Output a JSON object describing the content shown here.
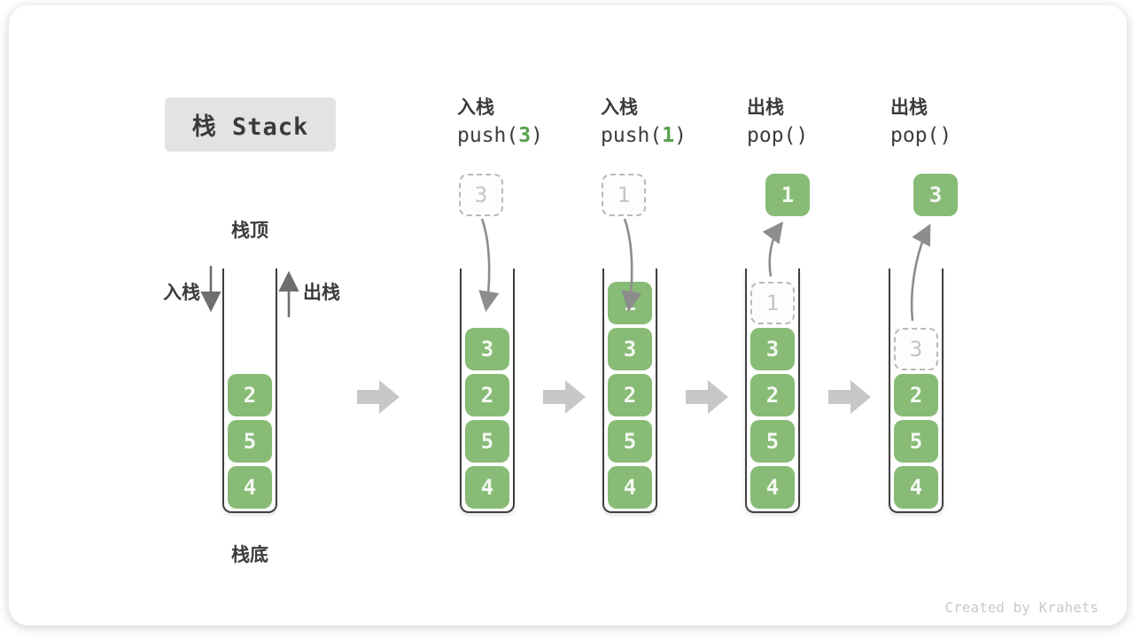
{
  "title": "栈 Stack",
  "watermark": "Created by Krahets",
  "colors": {
    "cell_green": "#87bb76",
    "arg_green": "#5aa04f"
  },
  "stack_labels": {
    "top": "栈顶",
    "bottom": "栈底",
    "push_side": "入栈",
    "pop_side": "出栈"
  },
  "columns": [
    {
      "name": "initial",
      "cells": [
        {
          "v": "2"
        },
        {
          "v": "5"
        },
        {
          "v": "4"
        }
      ]
    },
    {
      "name": "push-3",
      "op": {
        "action": "入栈",
        "code_pre": "push(",
        "code_arg": "3",
        "code_post": ")"
      },
      "floating": {
        "v": "3",
        "kind": "ghost"
      },
      "arrow": "push",
      "cells": [
        {
          "v": "3"
        },
        {
          "v": "2"
        },
        {
          "v": "5"
        },
        {
          "v": "4"
        }
      ]
    },
    {
      "name": "push-1",
      "op": {
        "action": "入栈",
        "code_pre": "push(",
        "code_arg": "1",
        "code_post": ")"
      },
      "floating": {
        "v": "1",
        "kind": "ghost"
      },
      "arrow": "push",
      "cells": [
        {
          "v": "1"
        },
        {
          "v": "3"
        },
        {
          "v": "2"
        },
        {
          "v": "5"
        },
        {
          "v": "4"
        }
      ]
    },
    {
      "name": "pop-1",
      "op": {
        "action": "出栈",
        "code_pre": "pop()",
        "code_arg": "",
        "code_post": ""
      },
      "floating": {
        "v": "1",
        "kind": "solid"
      },
      "arrow": "pop",
      "cells": [
        {
          "v": "1",
          "ghost": true
        },
        {
          "v": "3"
        },
        {
          "v": "2"
        },
        {
          "v": "5"
        },
        {
          "v": "4"
        }
      ]
    },
    {
      "name": "pop-3",
      "op": {
        "action": "出栈",
        "code_pre": "pop()",
        "code_arg": "",
        "code_post": ""
      },
      "floating": {
        "v": "3",
        "kind": "solid"
      },
      "arrow": "pop",
      "cells": [
        {
          "v": "3",
          "ghost": true
        },
        {
          "v": "2"
        },
        {
          "v": "5"
        },
        {
          "v": "4"
        }
      ]
    }
  ]
}
